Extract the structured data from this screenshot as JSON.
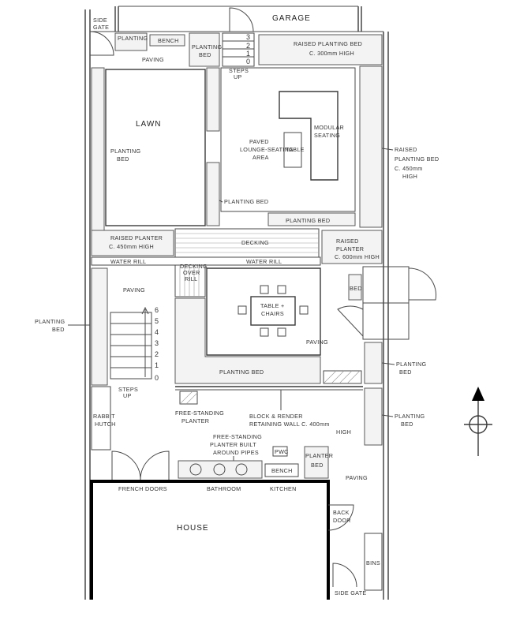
{
  "labels": {
    "garage": "GARAGE",
    "side_gate_top_1": "SIDE",
    "side_gate_top_2": "GATE",
    "planting_bed_small": "PLANTING",
    "bench_top": "BENCH",
    "planting_bed_top_1": "PLANTING",
    "planting_bed_top_2": "BED",
    "raised_bed_top_1": "RAISED PLANTING BED",
    "raised_bed_top_2": "C. 300mm HIGH",
    "paving_top": "PAVING",
    "steps_up_top_1": "STEPS",
    "steps_up_top_2": "UP",
    "lawn": "LAWN",
    "planting_bed_left_1": "PLANTING",
    "planting_bed_left_2": "BED",
    "paved_area_1": "PAVED",
    "paved_area_2": "LOUNGE-SEATING",
    "paved_area_3": "AREA",
    "table": "TABLE",
    "modular_seating_1": "MODULAR",
    "modular_seating_2": "SEATING",
    "raised_bed_right_1": "RAISED",
    "raised_bed_right_2": "PLANTING BED",
    "raised_bed_right_3": "C. 450mm",
    "raised_bed_right_4": "HIGH",
    "planting_bed_mid": "PLANTING BED",
    "planting_bed_lower_mid": "PLANTING BED",
    "raised_planter_1": "RAISED PLANTER",
    "raised_planter_2": "C. 450mm HIGH",
    "decking_top": "DECKING",
    "water_rill_1": "WATER RILL",
    "water_rill_2": "WATER RILL",
    "raised_planter_r_1": "RAISED",
    "raised_planter_r_2": "PLANTER",
    "raised_planter_r_3": "C. 600mm HIGH",
    "decking_over_1": "DECKING",
    "decking_over_2": "OVER",
    "decking_over_3": "RILL",
    "paving_mid": "PAVING",
    "planting_bed_far_left_1": "PLANTING",
    "planting_bed_far_left_2": "BED",
    "bed_small": "BED",
    "table_chairs_1": "TABLE +",
    "table_chairs_2": "CHAIRS",
    "paving_mid_r": "PAVING",
    "planting_bed_right_1_a": "PLANTING",
    "planting_bed_right_1_b": "BED",
    "planting_bed_u": "PLANTING BED",
    "steps_up_low_1": "STEPS",
    "steps_up_low_2": "UP",
    "rabbit_hutch_1": "RABBIT",
    "rabbit_hutch_2": "HUTCH",
    "free_standing_planter_1": "FREE-STANDING",
    "free_standing_planter_2": "PLANTER",
    "block_wall_1": "BLOCK & RENDER",
    "block_wall_2": "RETAINING WALL C. 400mm",
    "block_wall_3": "HIGH",
    "planting_bed_right_2_a": "PLANTING",
    "planting_bed_right_2_b": "BED",
    "free_standing_pipes_1": "FREE-STANDING",
    "free_standing_pipes_2": "PLANTER BUILT",
    "free_standing_pipes_3": "AROUND PIPES",
    "pwc": "PWC",
    "bench_low": "BENCH",
    "planter_low_1": "PLANTER",
    "planter_low_2": "BED",
    "paving_low": "PAVING",
    "french_doors": "FRENCH DOORS",
    "bathroom": "BATHROOM",
    "kitchen": "KITCHEN",
    "house": "HOUSE",
    "back_door_1": "BACK",
    "back_door_2": "DOOR",
    "bins": "BINS",
    "side_gate_bottom": "SIDE GATE"
  },
  "step_numbers_top": [
    "3",
    "2",
    "1",
    "0"
  ],
  "step_numbers_low": [
    "6",
    "5",
    "4",
    "3",
    "2",
    "1",
    "0"
  ]
}
